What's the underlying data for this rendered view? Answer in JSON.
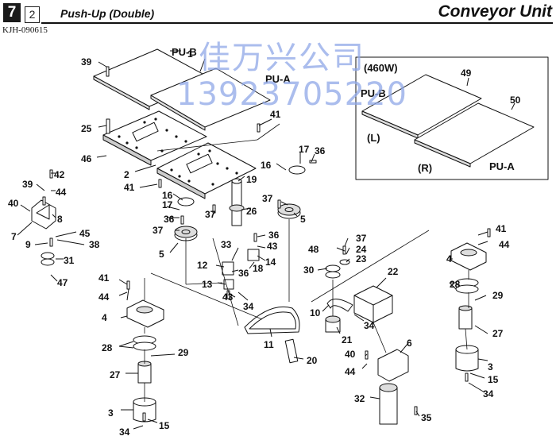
{
  "header": {
    "page_number": "7",
    "sub_number": "2",
    "title": "Push-Up (Double)",
    "code": "KJH-090615",
    "unit": "Conveyor Unit"
  },
  "watermark": {
    "company": "佳万兴公司",
    "phone": "13923705220"
  },
  "inset": {
    "power": "(460W)",
    "label_pub": "PU-B",
    "label_l": "(L)",
    "label_r": "(R)",
    "label_pua": "PU-A",
    "callout_49": "49",
    "callout_50": "50"
  },
  "plate_labels": {
    "pu_b": "PU-B",
    "pu_a": "PU-A"
  },
  "callouts": [
    {
      "id": "c1",
      "text": "1"
    },
    {
      "id": "c2",
      "text": "2"
    },
    {
      "id": "c3a",
      "text": "3"
    },
    {
      "id": "c3b",
      "text": "3"
    },
    {
      "id": "c4a",
      "text": "4"
    },
    {
      "id": "c4b",
      "text": "4"
    },
    {
      "id": "c5a",
      "text": "5"
    },
    {
      "id": "c5b",
      "text": "5"
    },
    {
      "id": "c6",
      "text": "6"
    },
    {
      "id": "c7",
      "text": "7"
    },
    {
      "id": "c8",
      "text": "8"
    },
    {
      "id": "c9",
      "text": "9"
    },
    {
      "id": "c10",
      "text": "10"
    },
    {
      "id": "c11",
      "text": "11"
    },
    {
      "id": "c12",
      "text": "12"
    },
    {
      "id": "c13",
      "text": "13"
    },
    {
      "id": "c14",
      "text": "14"
    },
    {
      "id": "c15a",
      "text": "15"
    },
    {
      "id": "c15b",
      "text": "15"
    },
    {
      "id": "c16a",
      "text": "16"
    },
    {
      "id": "c16b",
      "text": "16"
    },
    {
      "id": "c17a",
      "text": "17"
    },
    {
      "id": "c17b",
      "text": "17"
    },
    {
      "id": "c18",
      "text": "18"
    },
    {
      "id": "c19",
      "text": "19"
    },
    {
      "id": "c20",
      "text": "20"
    },
    {
      "id": "c21",
      "text": "21"
    },
    {
      "id": "c22",
      "text": "22"
    },
    {
      "id": "c23",
      "text": "23"
    },
    {
      "id": "c24",
      "text": "24"
    },
    {
      "id": "c25",
      "text": "25"
    },
    {
      "id": "c26",
      "text": "26"
    },
    {
      "id": "c27a",
      "text": "27"
    },
    {
      "id": "c27b",
      "text": "27"
    },
    {
      "id": "c28a",
      "text": "28"
    },
    {
      "id": "c28b",
      "text": "28"
    },
    {
      "id": "c29a",
      "text": "29"
    },
    {
      "id": "c29b",
      "text": "29"
    },
    {
      "id": "c30",
      "text": "30"
    },
    {
      "id": "c31",
      "text": "31"
    },
    {
      "id": "c32",
      "text": "32"
    },
    {
      "id": "c33",
      "text": "33"
    },
    {
      "id": "c34a",
      "text": "34"
    },
    {
      "id": "c34b",
      "text": "34"
    },
    {
      "id": "c34c",
      "text": "34"
    },
    {
      "id": "c34d",
      "text": "34"
    },
    {
      "id": "c35",
      "text": "35"
    },
    {
      "id": "c36a",
      "text": "36"
    },
    {
      "id": "c36b",
      "text": "36"
    },
    {
      "id": "c36c",
      "text": "36"
    },
    {
      "id": "c36d",
      "text": "36"
    },
    {
      "id": "c37a",
      "text": "37"
    },
    {
      "id": "c37b",
      "text": "37"
    },
    {
      "id": "c37c",
      "text": "37"
    },
    {
      "id": "c37d",
      "text": "37"
    },
    {
      "id": "c38",
      "text": "38"
    },
    {
      "id": "c39a",
      "text": "39"
    },
    {
      "id": "c39b",
      "text": "39"
    },
    {
      "id": "c40a",
      "text": "40"
    },
    {
      "id": "c40b",
      "text": "40"
    },
    {
      "id": "c41a",
      "text": "41"
    },
    {
      "id": "c41b",
      "text": "41"
    },
    {
      "id": "c41c",
      "text": "41"
    },
    {
      "id": "c41d",
      "text": "41"
    },
    {
      "id": "c42",
      "text": "42"
    },
    {
      "id": "c43a",
      "text": "43"
    },
    {
      "id": "c43b",
      "text": "43"
    },
    {
      "id": "c44a",
      "text": "44"
    },
    {
      "id": "c44b",
      "text": "44"
    },
    {
      "id": "c44c",
      "text": "44"
    },
    {
      "id": "c44d",
      "text": "44"
    },
    {
      "id": "c45",
      "text": "45"
    },
    {
      "id": "c46",
      "text": "46"
    },
    {
      "id": "c47",
      "text": "47"
    },
    {
      "id": "c48",
      "text": "48"
    }
  ]
}
